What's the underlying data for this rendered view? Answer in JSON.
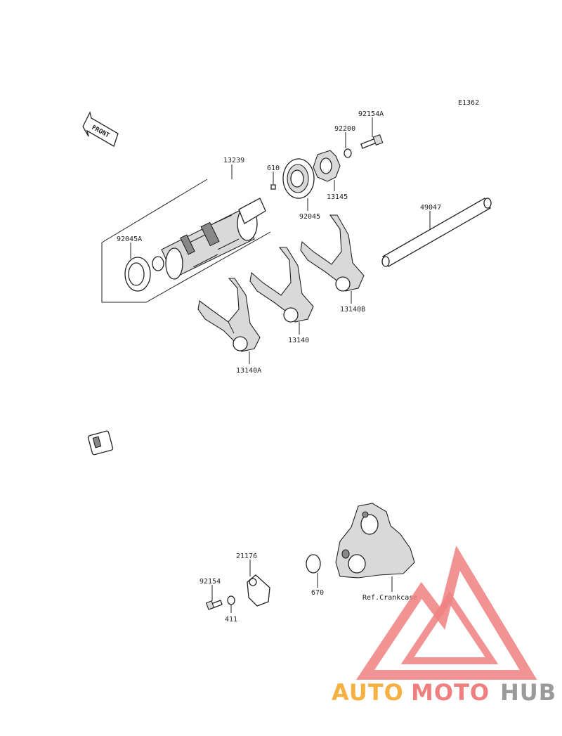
{
  "diagram_code": "E1362",
  "front_label": "FRONT",
  "parts": {
    "screw_a": "92154A",
    "washer_small": "92200",
    "cam_plate": "13145",
    "bearing": "92045",
    "drum_assy": "13239",
    "pin": "610",
    "oil_seal": "92045A",
    "shaft": "49047",
    "fork_a": "13140A",
    "fork_mid": "13140",
    "fork_b": "13140B",
    "sensor": "21176",
    "screw": "92154",
    "washer": "411",
    "o_ring": "670",
    "crankcase_ref": "Ref.Crankcase"
  },
  "watermark": {
    "text_auto": "AUTO",
    "text_moto": "MOTO",
    "text_hub": "HUB",
    "color_auto": "#f5b042",
    "color_moto": "#f08080",
    "color_hub": "#9a9a9a"
  }
}
